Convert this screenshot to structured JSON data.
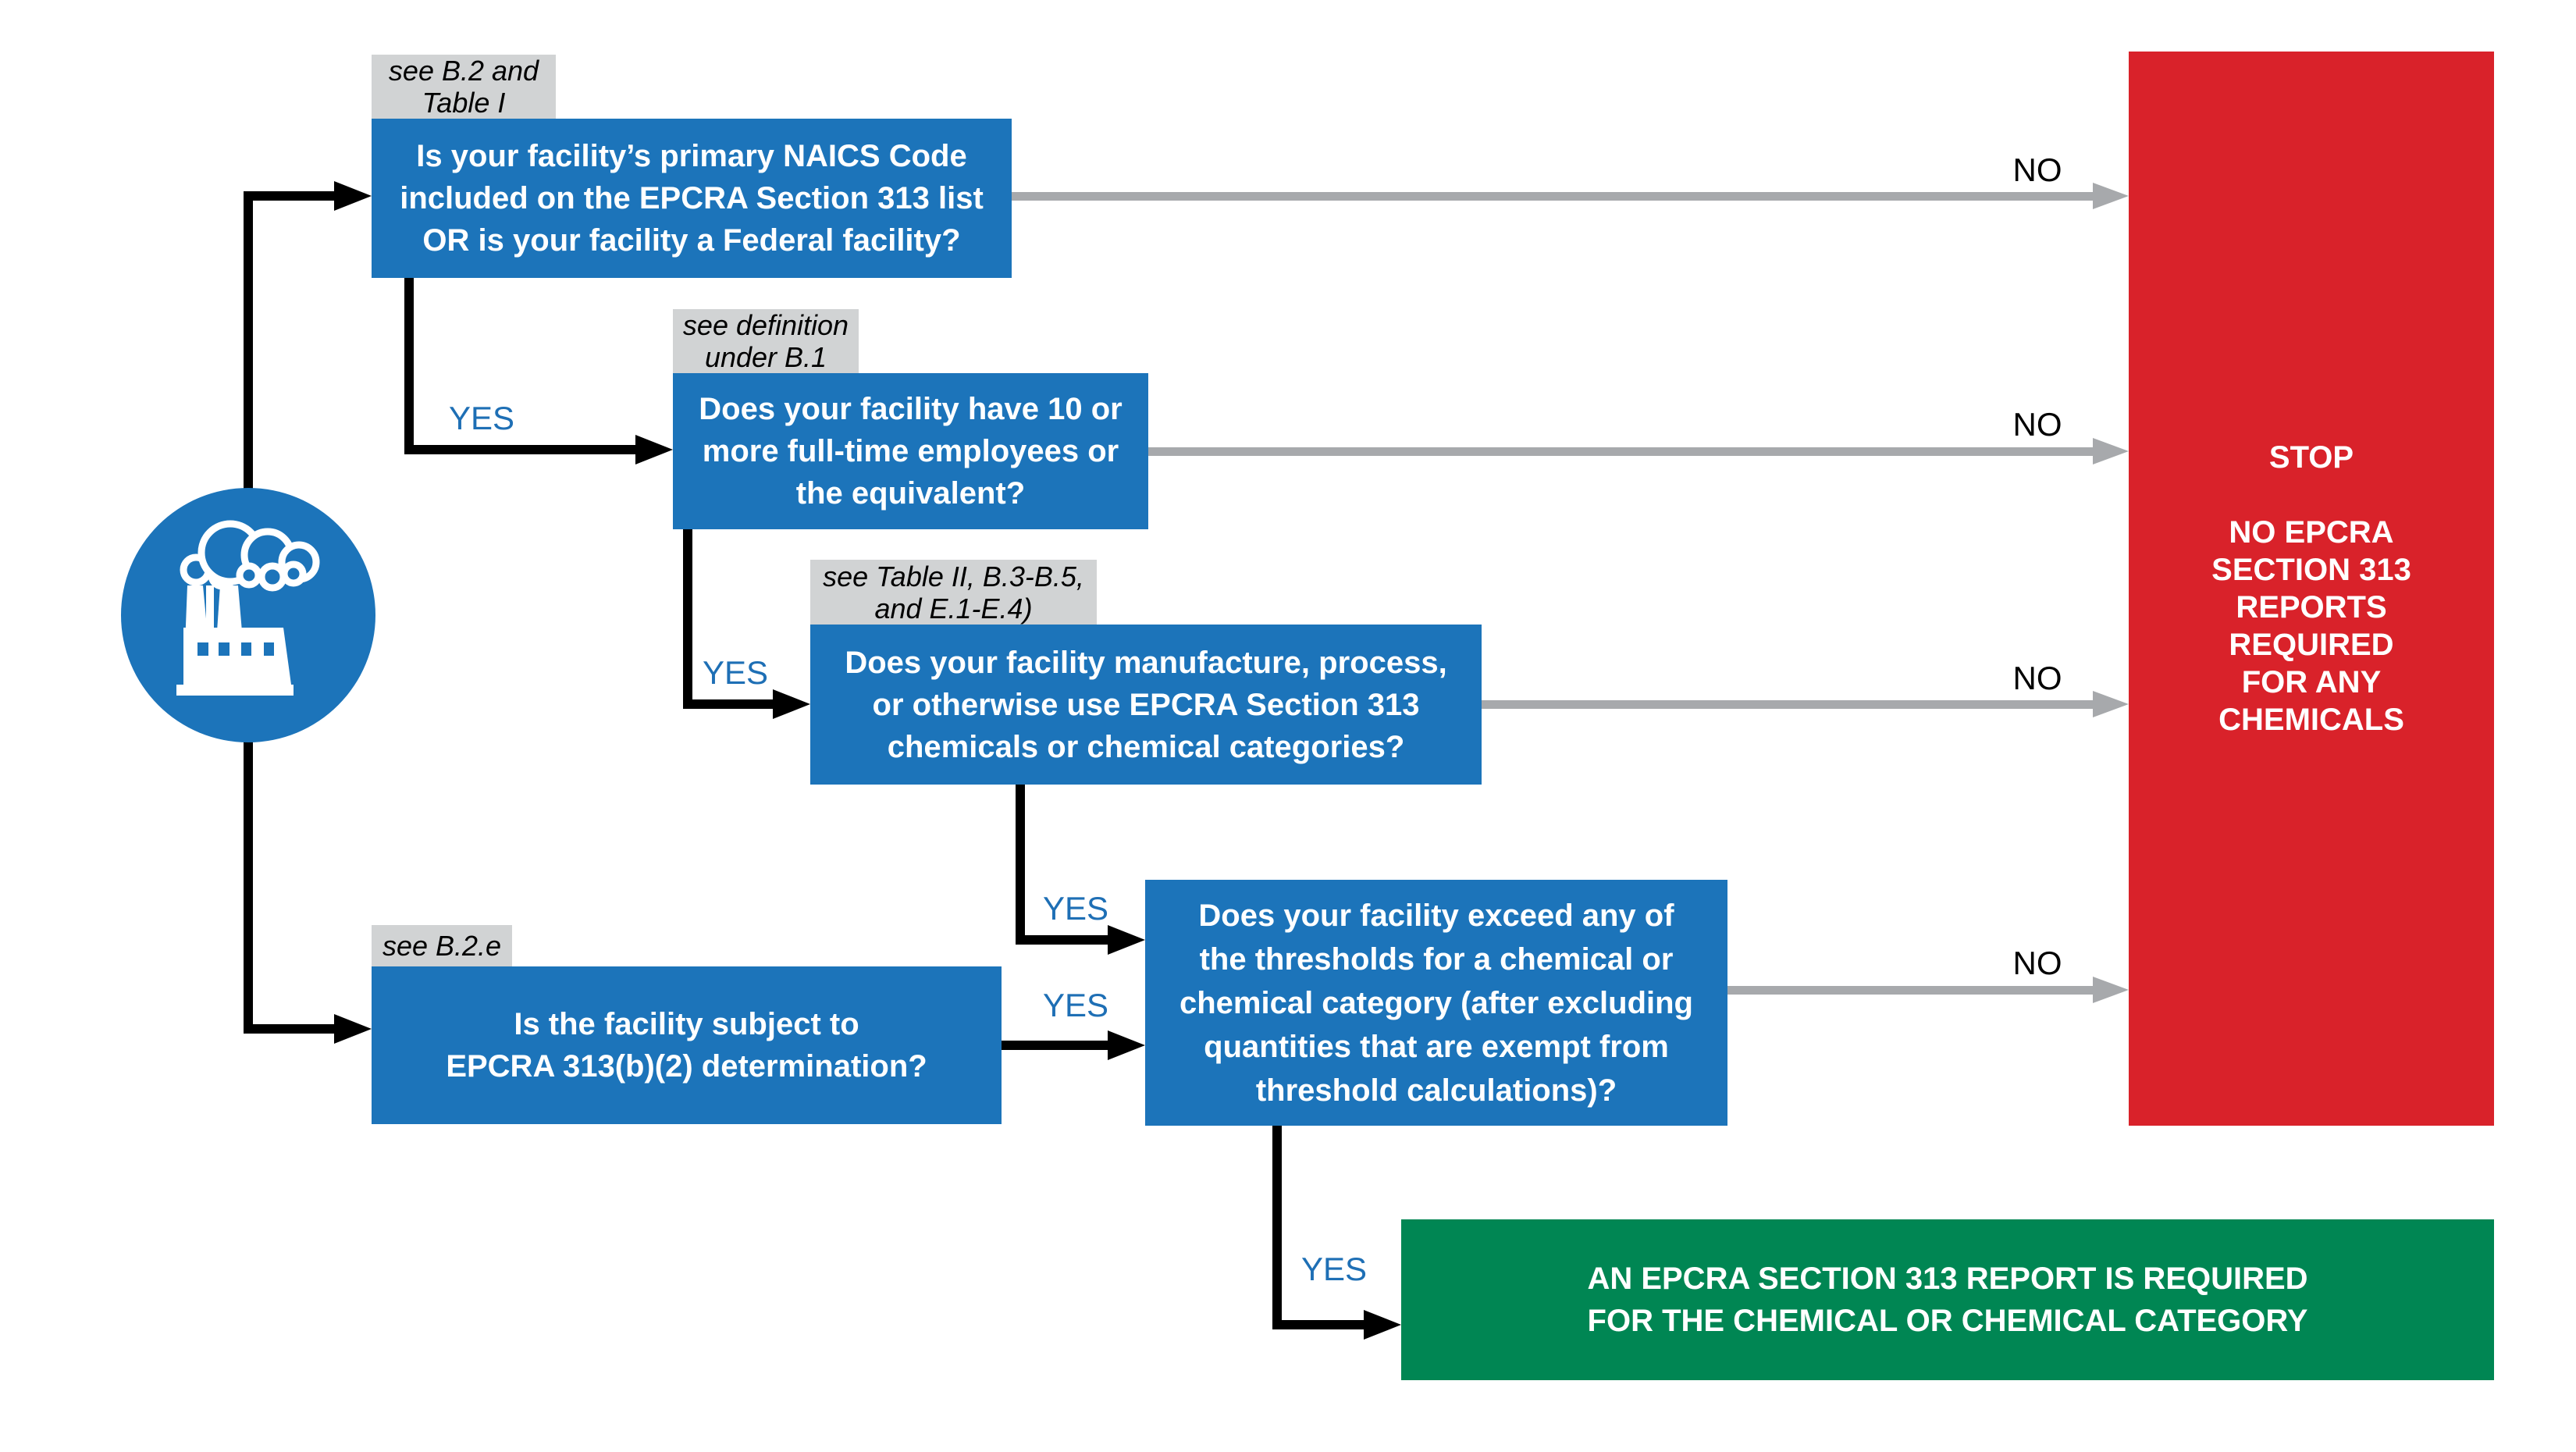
{
  "labels": {
    "yes": "YES",
    "no": "NO"
  },
  "nodes": {
    "q1": {
      "note": "see B.2 and\nTable I",
      "text": "Is your facility’s primary NAICS Code\nincluded on the EPCRA Section 313 list\nOR is your facility a Federal facility?"
    },
    "q2": {
      "note": "see definition\nunder B.1",
      "text": "Does your facility have 10 or\nmore full-time employees or\nthe equivalent?"
    },
    "q3": {
      "note": "see Table II, B.3-B.5,\nand E.1-E.4)",
      "text": "Does your facility manufacture, process,\nor otherwise use EPCRA Section 313\nchemicals or chemical categories?"
    },
    "q4": {
      "text": "Does your facility exceed any of\nthe thresholds for a chemical or\nchemical category (after excluding\nquantities that are exempt from\nthreshold calculations)?"
    },
    "q5": {
      "note": "see B.2.e",
      "text": "Is the facility subject to\nEPCRA 313(b)(2) determination?"
    },
    "stop": {
      "title": "STOP",
      "body": "NO EPCRA\nSECTION 313\nREPORTS\nREQUIRED\nFOR ANY\nCHEMICALS"
    },
    "report": {
      "text": "AN EPCRA SECTION 313 REPORT IS REQUIRED\nFOR THE CHEMICAL OR CHEMICAL CATEGORY"
    }
  },
  "icons": {
    "start": "factory-icon"
  },
  "colors": {
    "question_blue": "#1C74BA",
    "stop_red": "#D9222A",
    "report_green": "#008653",
    "note_gray": "#D1D3D4",
    "no_arrow_gray": "#A7A9AC",
    "yes_text_blue": "#1E6FB5"
  }
}
